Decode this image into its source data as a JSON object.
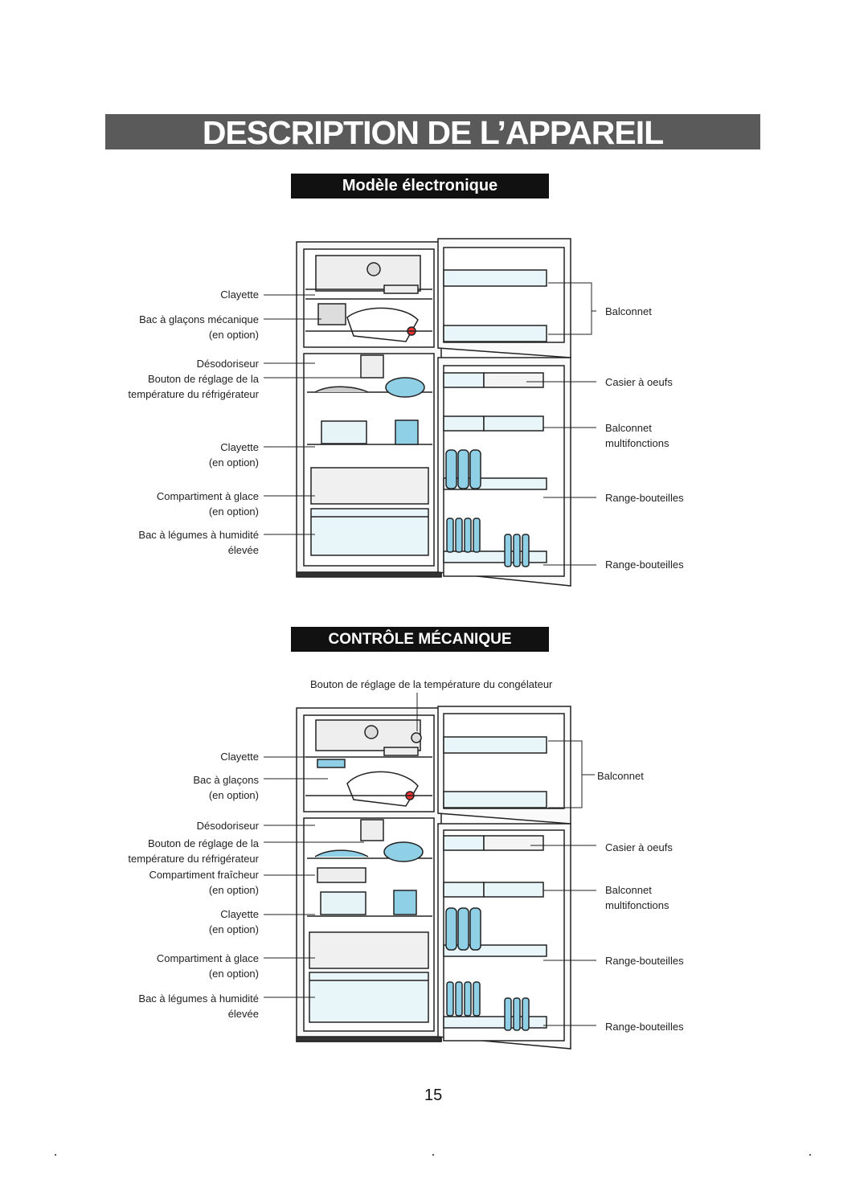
{
  "title": "DESCRIPTION DE L’APPAREIL",
  "page_number": "15",
  "sections": {
    "electronic": {
      "heading": "Modèle électronique",
      "left_labels": [
        [
          "Clayette"
        ],
        [
          "Bac à glaçons mécanique",
          "(en option)"
        ],
        [
          "Désodoriseur"
        ],
        [
          "Bouton de réglage de la",
          "température du réfrigérateur"
        ],
        [
          "Clayette",
          "(en option)"
        ],
        [
          "Compartiment à glace",
          "(en option)"
        ],
        [
          "Bac à légumes à humidité",
          "élevée"
        ]
      ],
      "right_labels": [
        [
          "Balconnet"
        ],
        [
          "Casier à oeufs"
        ],
        [
          "Balconnet",
          "multifonctions"
        ],
        [
          "Range-bouteilles"
        ],
        [
          "Range-bouteilles"
        ]
      ]
    },
    "mechanical": {
      "heading": "CONTRÔLE MÉCANIQUE",
      "top_label": "Bouton de réglage de la température du congélateur",
      "left_labels": [
        [
          "Clayette"
        ],
        [
          "Bac à glaçons",
          "(en option)"
        ],
        [
          "Désodoriseur"
        ],
        [
          "Bouton de réglage de la",
          "température du réfrigérateur"
        ],
        [
          "Compartiment fraîcheur",
          "(en option)"
        ],
        [
          "Clayette",
          "(en option)"
        ],
        [
          "Compartiment à glace",
          "(en option)"
        ],
        [
          "Bac à légumes à humidité",
          "élevée"
        ]
      ],
      "right_labels": [
        [
          "Balconnet"
        ],
        [
          "Casier à oeufs"
        ],
        [
          "Balconnet",
          "multifonctions"
        ],
        [
          "Range-bouteilles"
        ],
        [
          "Range-bouteilles"
        ]
      ]
    }
  },
  "colors": {
    "banner": "#5a5a5a",
    "section_bar": "#111111",
    "accent_blue": "#8fd0e6"
  }
}
